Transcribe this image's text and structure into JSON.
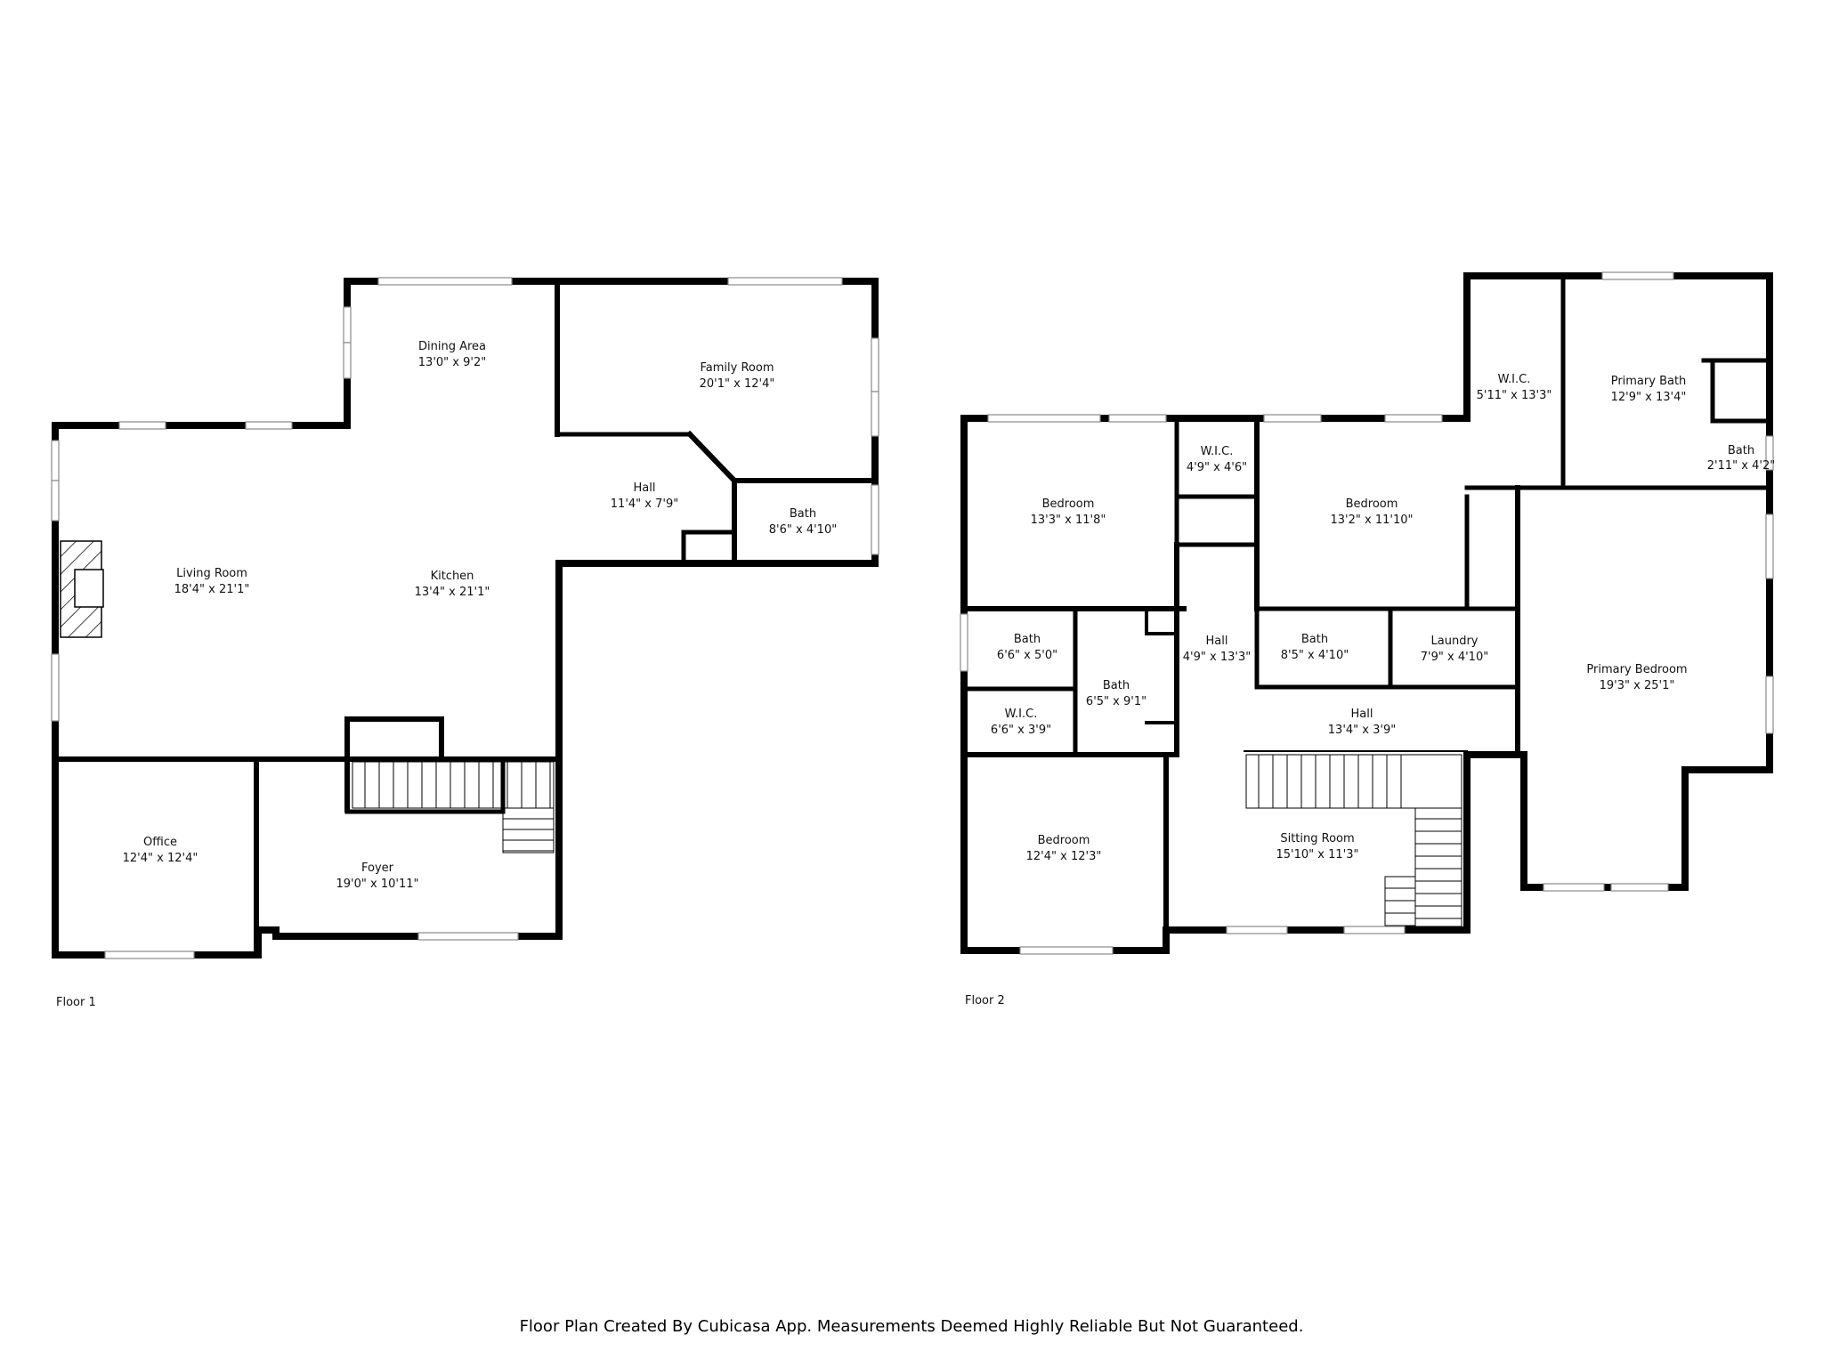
{
  "floors": [
    {
      "label": "Floor 1",
      "rooms": [
        {
          "key": "dining",
          "name": "Dining Area",
          "dims": "13'0\" x 9'2\""
        },
        {
          "key": "family",
          "name": "Family Room",
          "dims": "20'1\" x 12'4\""
        },
        {
          "key": "hall",
          "name": "Hall",
          "dims": "11'4\" x 7'9\""
        },
        {
          "key": "bath",
          "name": "Bath",
          "dims": "8'6\" x 4'10\""
        },
        {
          "key": "living",
          "name": "Living Room",
          "dims": "18'4\" x 21'1\""
        },
        {
          "key": "kitchen",
          "name": "Kitchen",
          "dims": "13'4\" x 21'1\""
        },
        {
          "key": "office",
          "name": "Office",
          "dims": "12'4\" x 12'4\""
        },
        {
          "key": "foyer",
          "name": "Foyer",
          "dims": "19'0\" x 10'11\""
        }
      ]
    },
    {
      "label": "Floor 2",
      "rooms": [
        {
          "key": "wic-primary",
          "name": "W.I.C.",
          "dims": "5'11\" x 13'3\""
        },
        {
          "key": "primary-bath",
          "name": "Primary Bath",
          "dims": "12'9\" x 13'4\""
        },
        {
          "key": "bath-small",
          "name": "Bath",
          "dims": "2'11\" x 4'2\""
        },
        {
          "key": "wic-upper",
          "name": "W.I.C.",
          "dims": "4'9\" x 4'6\""
        },
        {
          "key": "bedroom-nw",
          "name": "Bedroom",
          "dims": "13'3\" x 11'8\""
        },
        {
          "key": "bedroom-ne",
          "name": "Bedroom",
          "dims": "13'2\" x 11'10\""
        },
        {
          "key": "bath-w",
          "name": "Bath",
          "dims": "6'6\" x 5'0\""
        },
        {
          "key": "hall-vert",
          "name": "Hall",
          "dims": "4'9\" x 13'3\""
        },
        {
          "key": "bath-mid",
          "name": "Bath",
          "dims": "8'5\" x 4'10\""
        },
        {
          "key": "laundry",
          "name": "Laundry",
          "dims": "7'9\" x 4'10\""
        },
        {
          "key": "primary-bedroom",
          "name": "Primary Bedroom",
          "dims": "19'3\" x 25'1\""
        },
        {
          "key": "bath-center",
          "name": "Bath",
          "dims": "6'5\" x 9'1\""
        },
        {
          "key": "wic-small",
          "name": "W.I.C.",
          "dims": "6'6\" x 3'9\""
        },
        {
          "key": "hall-horiz",
          "name": "Hall",
          "dims": "13'4\" x 3'9\""
        },
        {
          "key": "bedroom-sw",
          "name": "Bedroom",
          "dims": "12'4\" x 12'3\""
        },
        {
          "key": "sitting",
          "name": "Sitting Room",
          "dims": "15'10\" x 11'3\""
        }
      ]
    }
  ],
  "footer": "Floor Plan Created By Cubicasa App. Measurements Deemed Highly Reliable But Not Guaranteed."
}
